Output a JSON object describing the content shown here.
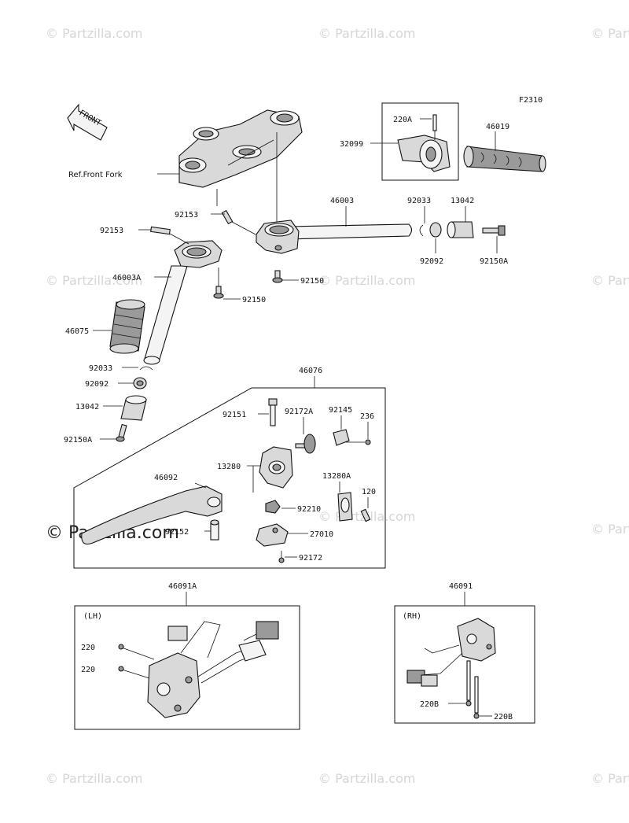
{
  "diagram_code": "F2310",
  "front_arrow_label": "FRONT",
  "watermark_text": "© Partzilla.com",
  "watermark_main": "© Partzilla.com",
  "box_lh_label": "(LH)",
  "box_rh_label": "(RH)",
  "colors": {
    "line": "#111111",
    "part_fill": "#d9d9d9",
    "watermark": "#d6d6d6"
  },
  "labels": {
    "ref_front_fork": "Ref.Front Fork",
    "p220a": "220A",
    "p32099": "32099",
    "p46019": "46019",
    "p46003": "46003",
    "p92033_r": "92033",
    "p13042_r": "13042",
    "p92153_a": "92153",
    "p92153_b": "92153",
    "p92092_r": "92092",
    "p92150a_r": "92150A",
    "p92150_a": "92150",
    "p46003a": "46003A",
    "p92150_b": "92150",
    "p46075": "46075",
    "p92033_l": "92033",
    "p92092_l": "92092",
    "p13042_l": "13042",
    "p92150a_l": "92150A",
    "p46076": "46076",
    "p92151": "92151",
    "p92172a": "92172A",
    "p92145": "92145",
    "p236": "236",
    "p13280": "13280",
    "p46092": "46092",
    "p13280a": "13280A",
    "p120": "120",
    "p92210": "92210",
    "p92152": "92152",
    "p27010": "27010",
    "p92172": "92172",
    "p46091a": "46091A",
    "p46091": "46091",
    "p220_a": "220",
    "p220_b": "220",
    "p220b_a": "220B",
    "p220b_b": "220B"
  }
}
